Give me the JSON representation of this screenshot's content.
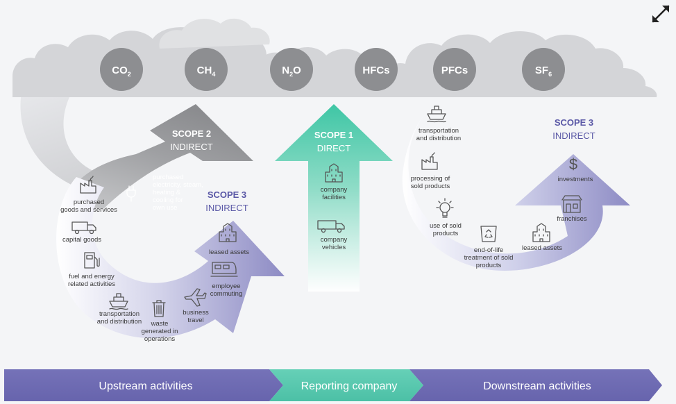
{
  "gases": [
    {
      "main": "CO",
      "sub": "2"
    },
    {
      "main": "CH",
      "sub": "4"
    },
    {
      "main": "N",
      "sub": "2",
      "tail": "O"
    },
    {
      "main": "HFCs",
      "sub": ""
    },
    {
      "main": "PFCs",
      "sub": ""
    },
    {
      "main": "SF",
      "sub": "6"
    }
  ],
  "scope1": {
    "title": "SCOPE 1",
    "sub": "DIRECT"
  },
  "scope2": {
    "title": "SCOPE 2",
    "sub": "INDIRECT"
  },
  "scope3_up": {
    "title": "SCOPE 3",
    "sub": "INDIRECT"
  },
  "scope3_down": {
    "title": "SCOPE 3",
    "sub": "INDIRECT"
  },
  "scope2_items": {
    "electricity": [
      "purchased",
      "electricity, steam,",
      "heating &",
      "cooling for",
      "own use"
    ]
  },
  "upstream_items": {
    "purchased": [
      "purchased",
      "goods and services"
    ],
    "capital": [
      "capital goods"
    ],
    "fuel": [
      "fuel and energy",
      "related activities"
    ],
    "transport": [
      "transportation",
      "and distribution"
    ],
    "waste": [
      "waste",
      "generated in",
      "operations"
    ],
    "travel": [
      "business",
      "travel"
    ],
    "commuting": [
      "employee",
      "commuting"
    ],
    "leased": [
      "leased assets"
    ]
  },
  "scope1_items": {
    "facilities": [
      "company",
      "facilities"
    ],
    "vehicles": [
      "company",
      "vehicles"
    ]
  },
  "downstream_items": {
    "transport": [
      "transportation",
      "and distribution"
    ],
    "processing": [
      "processing of",
      "sold products"
    ],
    "use": [
      "use of sold",
      "products"
    ],
    "eol": [
      "end-of-life",
      "treatment of sold",
      "products"
    ],
    "leased": [
      "leased assets"
    ],
    "franchises": [
      "franchises"
    ],
    "investments": [
      "investments"
    ]
  },
  "bands": {
    "upstream": "Upstream activities",
    "reporting": "Reporting company",
    "downstream": "Downstream activities"
  },
  "colors": {
    "upstream_band": "#6f6cb3",
    "reporting_band": "#56c7ae",
    "downstream_band": "#6f6cb3",
    "cloud": "#d4d5d8",
    "gas_circle": "#8d8e91",
    "scope1": "#3fc6a5",
    "scope2": "#8e8f92",
    "scope3": "#5c5aa8"
  },
  "icons": [
    "expand-arrows-icon",
    "factory-icon",
    "plug-icon",
    "truck-icon",
    "fuel-pump-icon",
    "ship-icon",
    "trash-icon",
    "airplane-icon",
    "train-icon",
    "building-icon",
    "lightbulb-icon",
    "recycle-icon",
    "store-icon",
    "dollar-icon"
  ]
}
